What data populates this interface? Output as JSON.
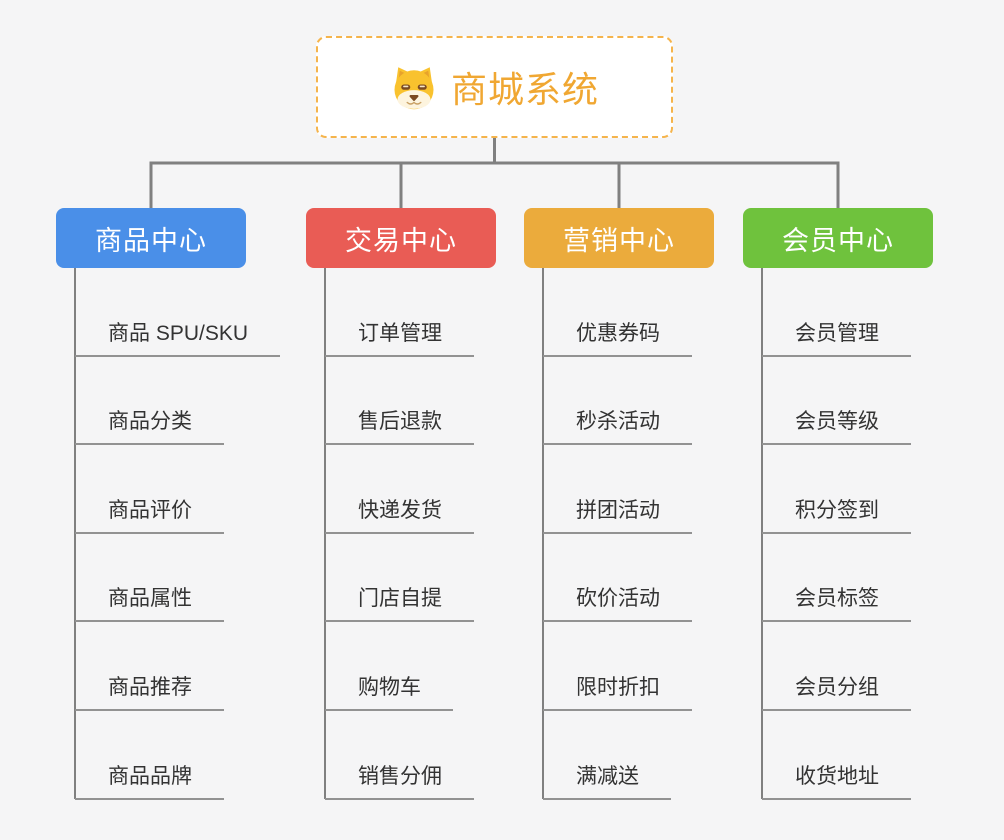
{
  "root": {
    "title": "商城系统",
    "icon": "dog-face-icon"
  },
  "branches": [
    {
      "label": "商品中心",
      "color": "#4A8FE8",
      "items": [
        "商品 SPU/SKU",
        "商品分类",
        "商品评价",
        "商品属性",
        "商品推荐",
        "商品品牌"
      ]
    },
    {
      "label": "交易中心",
      "color": "#E95C55",
      "items": [
        "订单管理",
        "售后退款",
        "快递发货",
        "门店自提",
        "购物车",
        "销售分佣"
      ]
    },
    {
      "label": "营销中心",
      "color": "#EBAB3C",
      "items": [
        "优惠券码",
        "秒杀活动",
        "拼团活动",
        "砍价活动",
        "限时折扣",
        "满减送"
      ]
    },
    {
      "label": "会员中心",
      "color": "#6FC23D",
      "items": [
        "会员管理",
        "会员等级",
        "积分签到",
        "会员标签",
        "会员分组",
        "收货地址"
      ]
    }
  ],
  "colors": {
    "background": "#F5F5F6",
    "connector": "#808080",
    "leaf_underline": "#929292",
    "leaf_text": "#333333",
    "root_accent": "#F0A732",
    "root_border": "#F5B44C",
    "branch_text": "#FFFFFF"
  }
}
